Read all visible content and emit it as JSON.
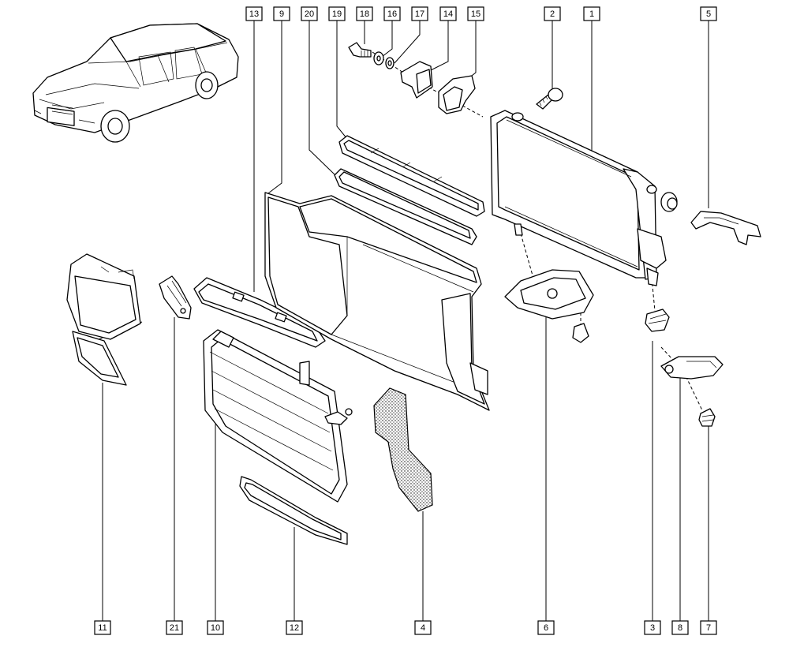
{
  "diagram": {
    "callouts_top": [
      "13",
      "9",
      "20",
      "19",
      "18",
      "16",
      "17",
      "14",
      "15",
      "2",
      "1",
      "5"
    ],
    "callouts_bottom": [
      "11",
      "21",
      "10",
      "12",
      "4",
      "6",
      "3",
      "8",
      "7"
    ]
  }
}
